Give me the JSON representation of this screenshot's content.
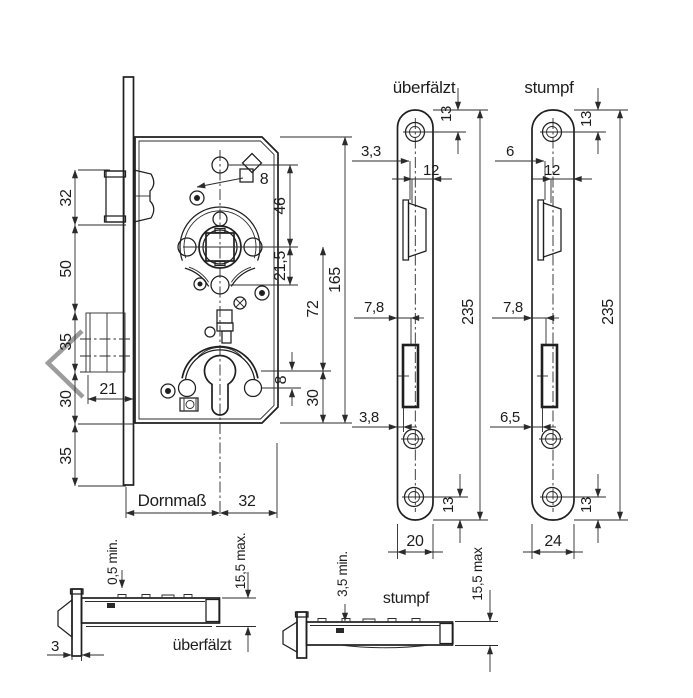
{
  "front": {
    "left_dims": [
      "32",
      "50",
      "35",
      "30",
      "35"
    ],
    "bolt_width": "21",
    "backset_label": "Dornmaß",
    "backset_to_edge": "32",
    "square_size": "8",
    "hole_to_follower": "46",
    "follower_to_lower": "21,5",
    "case_height": "165",
    "distancing": "72",
    "cyl_gap": "8",
    "cyl_to_bottom": "30"
  },
  "plates": {
    "left": {
      "title": "überfälzt",
      "top_screw": "13",
      "edge_gap": "3,3",
      "latch_width": "12",
      "mid_gap": "7,8",
      "lower_gap": "3,8",
      "height": "235",
      "width": "20",
      "bottom_screw": "13"
    },
    "right": {
      "title": "stumpf",
      "top_screw": "13",
      "edge_gap": "6",
      "latch_width": "12",
      "mid_gap": "7,8",
      "lower_gap": "6,5",
      "height": "235",
      "width": "24",
      "bottom_screw": "13"
    }
  },
  "sides": {
    "left": {
      "title": "überfälzt",
      "min_label": "0,5 min.",
      "max_label": "15,5 max.",
      "thickness": "3"
    },
    "right": {
      "title": "stumpf",
      "min_label": "3,5 min.",
      "max_label": "15,5 max"
    }
  },
  "colors": {
    "line": "#1f1f1f",
    "thin_line": "#2b2b2b",
    "phantom_gray": "#9c9c9c",
    "background": "#ffffff"
  }
}
